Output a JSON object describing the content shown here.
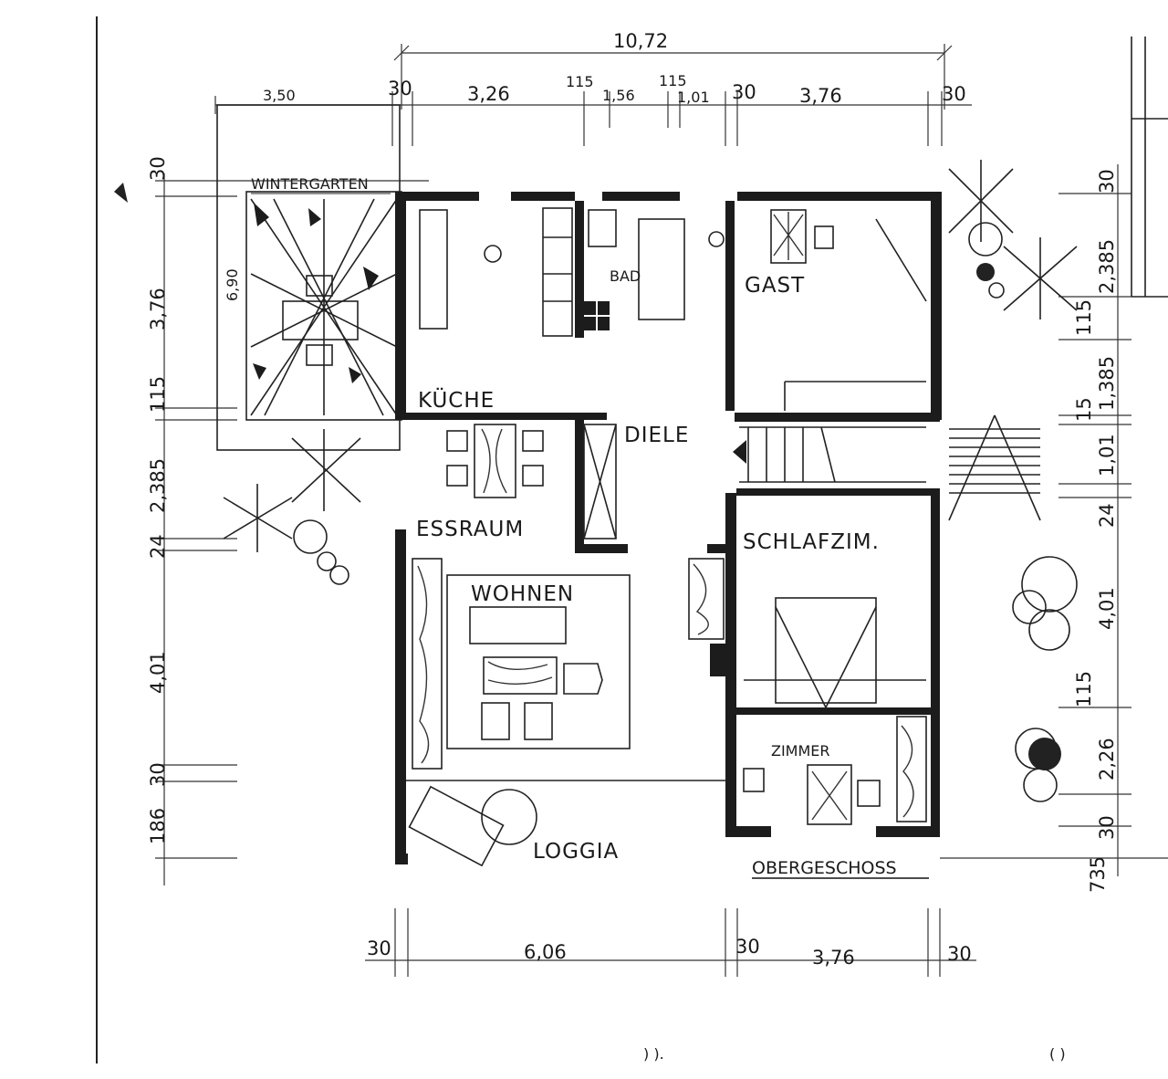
{
  "plan_title": "OBERGESCHOSS",
  "rooms": {
    "wintergarten": "WINTERGARTEN",
    "kueche": "KÜCHE",
    "bad": "BAD",
    "gast": "GAST",
    "diele": "DIELE",
    "essraum": "ESSRAUM",
    "wohnen": "WOHNEN",
    "schlafzimmer": "SCHLAFZIM.",
    "zimmer": "ZIMMER",
    "loggia": "LOGGIA"
  },
  "dimensions": {
    "top_overall": "10,72",
    "top_wintergarten": "3,50",
    "top_row": [
      "30",
      "3,26",
      "115",
      "1,56",
      "115",
      "1,01",
      "30",
      "3,76",
      "30"
    ],
    "wintergarten_depth": "6,90",
    "left_column": [
      "30",
      "3,76",
      "115",
      "2,385",
      "24",
      "4,01",
      "30",
      "186"
    ],
    "bottom_row": [
      "30",
      "6,06",
      "30",
      "3,76",
      "30"
    ],
    "right_column": [
      "30",
      "2,385",
      "115",
      "1,385",
      "15",
      "1,01",
      "24",
      "4,01",
      "115",
      "2,26",
      "30",
      "735"
    ]
  }
}
